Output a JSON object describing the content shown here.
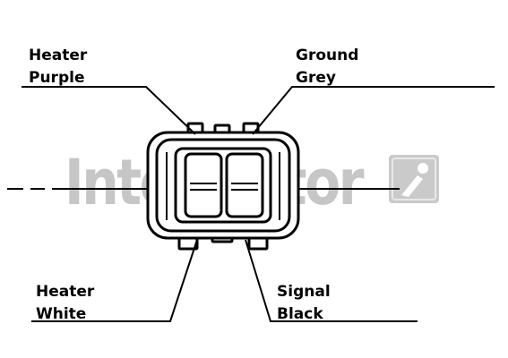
{
  "labels": {
    "top_left": {
      "line1": "Heater",
      "line2": "Purple"
    },
    "top_right": {
      "line1": "Ground",
      "line2": "Grey"
    },
    "bottom_left": {
      "line1": "Heater",
      "line2": "White"
    },
    "bottom_right": {
      "line1": "Signal",
      "line2": "Black"
    }
  },
  "watermark": {
    "text": "Intermotor",
    "color": "#bdbdbd"
  },
  "colors": {
    "line": "#000000",
    "background": "#ffffff"
  }
}
